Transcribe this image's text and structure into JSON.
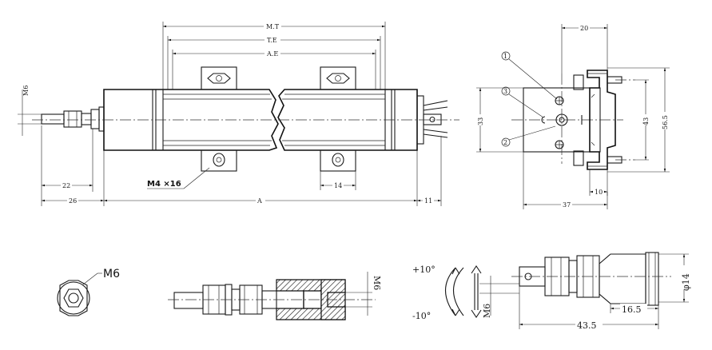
{
  "labels": {
    "mt": "M.T",
    "te": "T.E",
    "ae": "A.E",
    "m6_side": "M6",
    "dim_22": "22",
    "dim_26": "26",
    "dim_a": "A",
    "dim_11": "11",
    "dim_14": "14",
    "screw": "M4 ×16",
    "dim_20": "20",
    "dim_33": "33",
    "dim_43": "43",
    "dim_56_5": "56.5",
    "dim_10": "10",
    "dim_37": "37",
    "callout_1": "1",
    "callout_2": "2",
    "callout_3": "3",
    "nut_m6": "M6",
    "joint_m6": "M6",
    "angle_plus": "+10°",
    "angle_minus": "-10°",
    "pivot_m6": "M6",
    "dia_14": "φ14",
    "dim_16_5": "16.5",
    "dim_43_5": "43.5"
  }
}
